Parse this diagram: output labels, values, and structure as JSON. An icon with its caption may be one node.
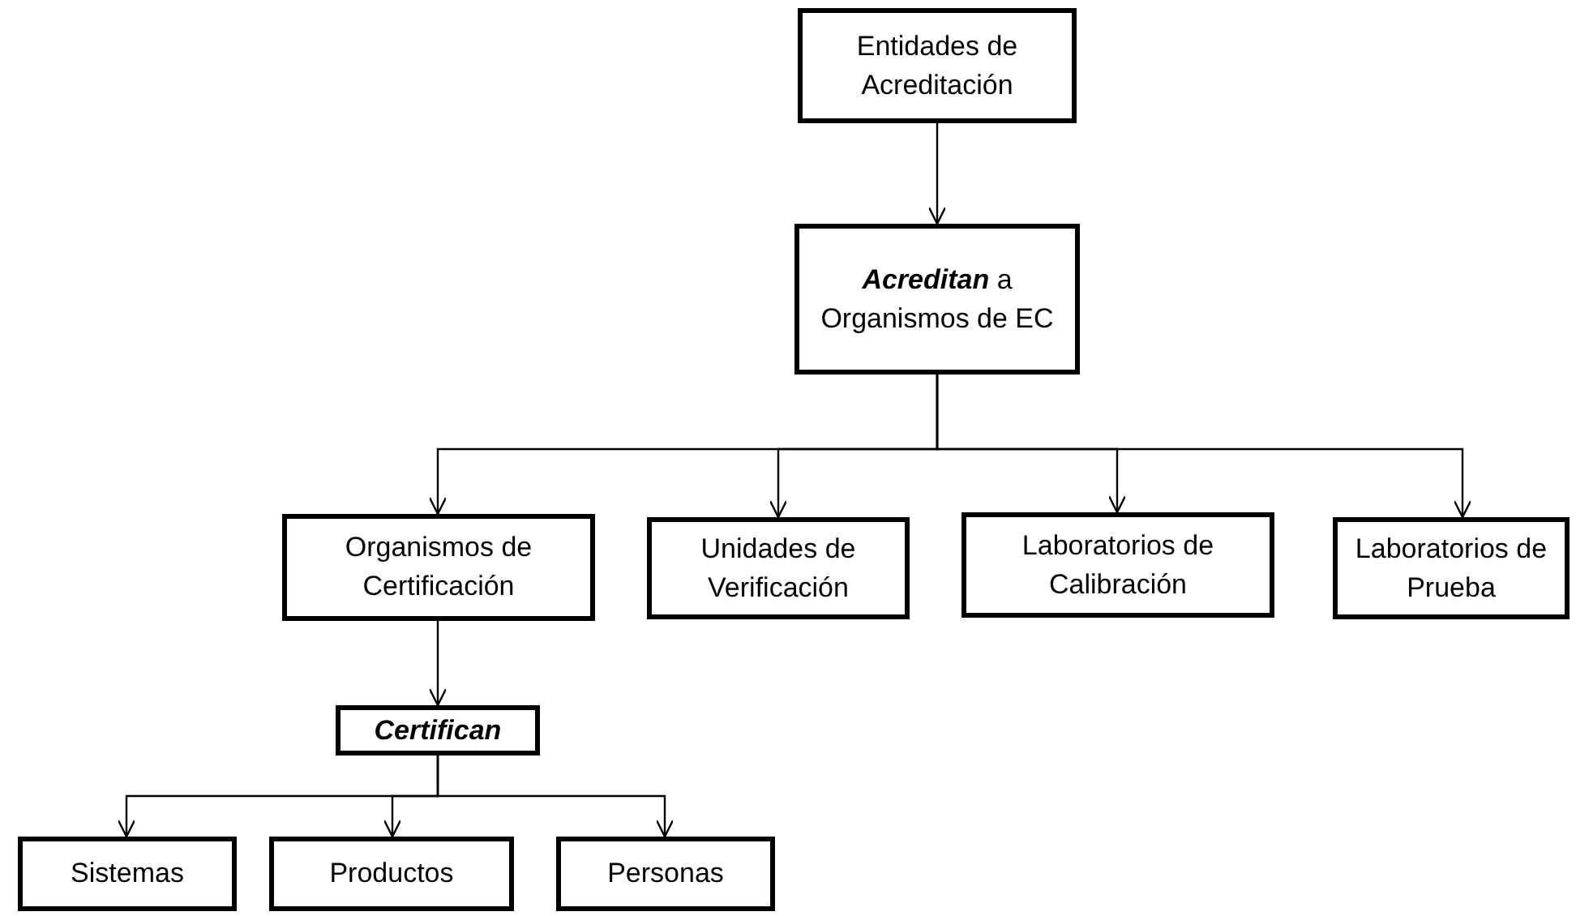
{
  "diagram": {
    "nodes": [
      {
        "text": [
          "Entidades de Acreditación"
        ]
      },
      {
        "text": [
          "**Acreditan** a Organismos de EC"
        ]
      },
      {
        "text": [
          "Organismos de Certificación"
        ]
      },
      {
        "text": [
          "Unidades de Verificación"
        ]
      },
      {
        "text": [
          "Laboratorios de Calibración"
        ]
      },
      {
        "text": [
          "Laboratorios de Prueba"
        ]
      },
      {
        "text": [
          "Certifican"
        ]
      },
      {
        "text": [
          "Sistemas"
        ]
      },
      {
        "text": [
          "Productos"
        ]
      },
      {
        "text": [
          "Personas"
        ]
      }
    ],
    "edges": [
      {
        "from": 0,
        "to": 1,
        "arrow": "to"
      },
      {
        "from": 1,
        "to": 2,
        "arrow": "to"
      },
      {
        "from": 1,
        "to": 3,
        "arrow": "to"
      },
      {
        "from": 1,
        "to": 4,
        "arrow": "to"
      },
      {
        "from": 1,
        "to": 5,
        "arrow": "to"
      },
      {
        "from": 2,
        "to": 6,
        "arrow": "to"
      },
      {
        "from": 6,
        "to": 7,
        "arrow": "to"
      },
      {
        "from": 6,
        "to": 8,
        "arrow": "to"
      },
      {
        "from": 6,
        "to": 9,
        "arrow": "to"
      }
    ]
  }
}
